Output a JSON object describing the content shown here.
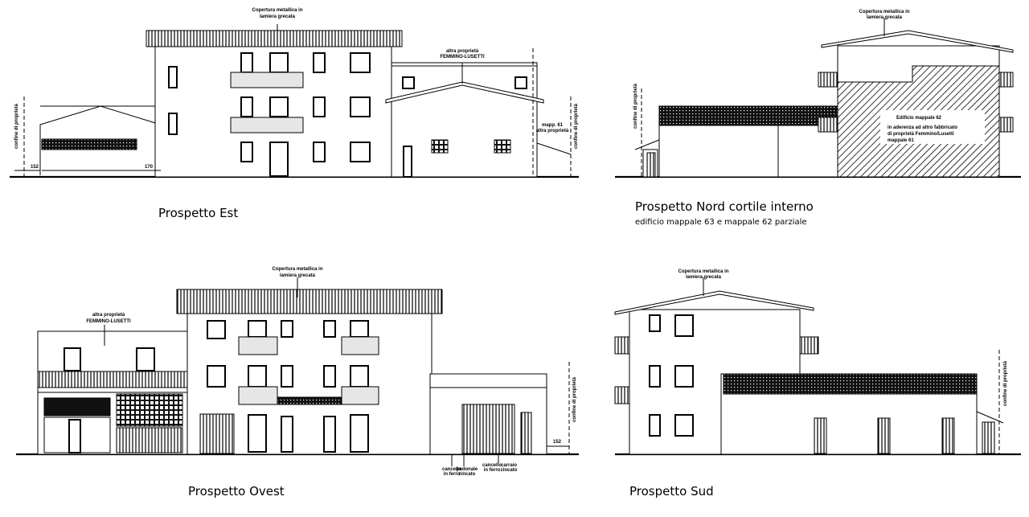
{
  "est": {
    "title": "Prospetto Est",
    "roof_note_1": "Copertura metallica in",
    "roof_note_2": "lamiera grecata",
    "neighbour_1": "altra proprietà",
    "neighbour_2": "FEMMINO-LUSETTI",
    "mapp_1": "mapp. 61",
    "mapp_2": "altra proprietà",
    "boundary": "confine di proprietà",
    "dim_left": "152",
    "dim_right": "170"
  },
  "nord": {
    "title": "Prospetto Nord cortile interno",
    "subtitle": "edificio mappale 63 e mappale 62 parziale",
    "roof_note_1": "Copertura metallica in",
    "roof_note_2": "lamiera grecata",
    "boundary": "confine di proprietà",
    "hatch_title": "Edificio mappale 62",
    "hatch_1": "in aderenza ad altro fabbricato",
    "hatch_2": "di proprietà Femmino/Lusetti",
    "hatch_3": "mappale 61"
  },
  "ovest": {
    "title": "Prospetto Ovest",
    "roof_note_1": "Copertura metallica in",
    "roof_note_2": "lamiera grecata",
    "neighbour_1": "altra proprietà",
    "neighbour_2": "FEMMINO-LUSETTI",
    "boundary": "confine di proprietà",
    "dim": "152",
    "gate_note_1a": "cancello",
    "gate_note_1b": "in ferro",
    "gate_note_2a": "pedonale",
    "gate_note_2b": "zincato",
    "gate_note_3a": "cancello",
    "gate_note_3b": "in ferro",
    "gate_note_4a": "carraio",
    "gate_note_4b": "zincato"
  },
  "sud": {
    "title": "Prospetto Sud",
    "roof_note_1": "Copertura metallica in",
    "roof_note_2": "lamiera grecata",
    "boundary": "confine di proprietà"
  }
}
